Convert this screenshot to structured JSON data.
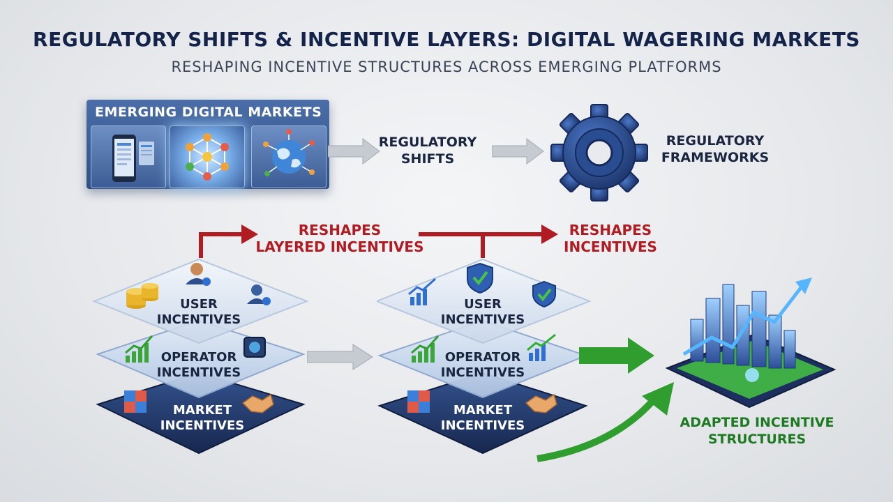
{
  "title": "REGULATORY SHIFTS & INCENTIVE LAYERS: DIGITAL WAGERING MARKETS",
  "subtitle": "RESHAPING INCENTIVE STRUCTURES ACROSS EMERGING PLATFORMS",
  "markets": {
    "title": "EMERGING DIGITAL MARKETS",
    "icons": [
      "mobile-phone-icon",
      "network-nodes-icon",
      "globe-network-icon"
    ]
  },
  "regulatory_shifts": [
    "REGULATORY",
    "SHIFTS"
  ],
  "regulatory_frameworks": [
    "REGULATORY",
    "FRAMEWORKS"
  ],
  "reshapes_layered": [
    "RESHAPES",
    "LAYERED INCENTIVES"
  ],
  "reshapes_incentives": [
    "RESHAPES",
    "INCENTIVES"
  ],
  "stack_left": {
    "user": [
      "USER",
      "INCENTIVES"
    ],
    "operator": [
      "OPERATOR",
      "INCENTIVES"
    ],
    "market": [
      "MARKET",
      "INCENTIVES"
    ],
    "icons": [
      "coins-icon",
      "user-icon",
      "user-download-icon",
      "growth-chart-icon",
      "slot-machine-icon",
      "puzzle-icon",
      "handshake-icon"
    ]
  },
  "stack_right": {
    "user": [
      "USER",
      "INCENTIVES"
    ],
    "operator": [
      "OPERATOR",
      "INCENTIVES"
    ],
    "market": [
      "MARKET",
      "INCENTIVES"
    ],
    "icons": [
      "bar-growth-icon",
      "shield-check-icon",
      "shield-check-icon",
      "growth-chart-icon",
      "bar-growth-icon",
      "puzzle-icon",
      "handshake-icon"
    ]
  },
  "adapted": [
    "ADAPTED INCENTIVE",
    "STRUCTURES"
  ],
  "colors": {
    "navy": "#13234a",
    "red_arrow": "#b01c22",
    "green_arrow": "#2f9e2f",
    "gear": "#2c4f94",
    "market_layer": "#1f3566"
  }
}
